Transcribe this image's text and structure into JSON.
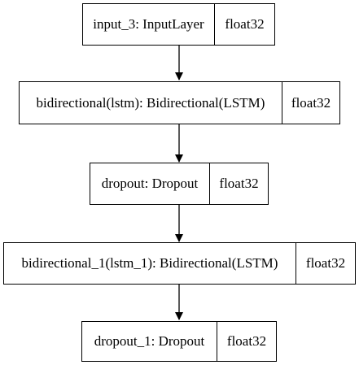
{
  "nodes": [
    {
      "label": "input_3: InputLayer",
      "dtype": "float32"
    },
    {
      "label": "bidirectional(lstm): Bidirectional(LSTM)",
      "dtype": "float32"
    },
    {
      "label": "dropout: Dropout",
      "dtype": "float32"
    },
    {
      "label": "bidirectional_1(lstm_1): Bidirectional(LSTM)",
      "dtype": "float32"
    },
    {
      "label": "dropout_1: Dropout",
      "dtype": "float32"
    }
  ],
  "edges": [
    {
      "from": "input_3: InputLayer",
      "to": "bidirectional(lstm): Bidirectional(LSTM)"
    },
    {
      "from": "bidirectional(lstm): Bidirectional(LSTM)",
      "to": "dropout: Dropout"
    },
    {
      "from": "dropout: Dropout",
      "to": "bidirectional_1(lstm_1): Bidirectional(LSTM)"
    },
    {
      "from": "bidirectional_1(lstm_1): Bidirectional(LSTM)",
      "to": "dropout_1: Dropout"
    }
  ]
}
